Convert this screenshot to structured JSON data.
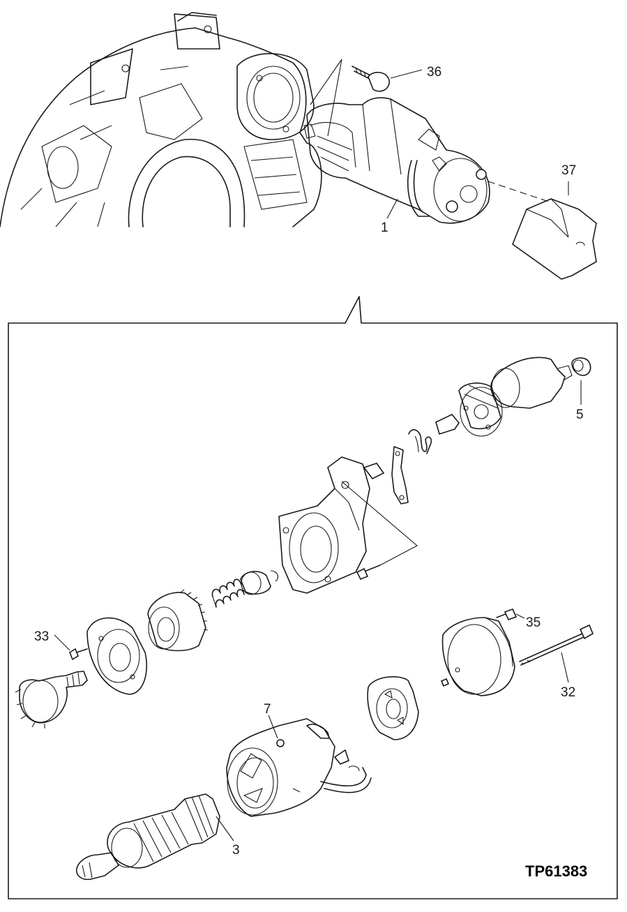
{
  "figure_id": "TP61383",
  "callouts": {
    "c36": "36",
    "c37": "37",
    "c1": "1",
    "c5": "5",
    "c33": "33",
    "c35": "35",
    "c32": "32",
    "c7": "7",
    "c3": "3"
  },
  "colors": {
    "line": "#1a1a1a",
    "background": "#ffffff"
  }
}
